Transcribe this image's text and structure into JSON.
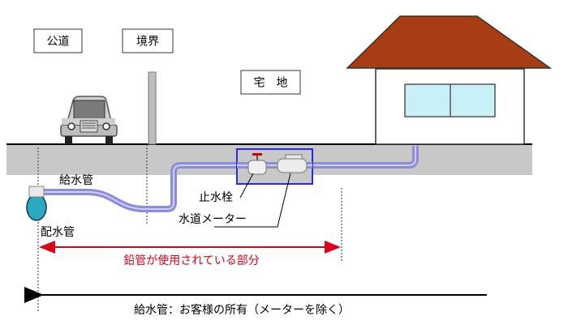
{
  "labels": {
    "public_road": "公道",
    "boundary": "境界",
    "residential_land": "宅　地",
    "supply_pipe": "給水管",
    "distribution_pipe": "配水管",
    "stop_valve": "止水栓",
    "water_meter": "水道メーター",
    "lead_pipe_section": "鉛管が使用されている部分",
    "ownership": "給水管：お客様の所有（メーターを除く）"
  },
  "colors": {
    "ground": "#c8c8c8",
    "pipe": "#8c8cdc",
    "pipe_highlight": "#d0d0f2",
    "distribution_pipe": "#2aaac0",
    "roof": "#a83c12",
    "window": "#c8f0f8",
    "lead_arrow": "#e0001a",
    "meter_box": "#2a2ae0",
    "valve_handle": "#d00000"
  },
  "icons": {
    "car": "car-icon",
    "house": "house-icon",
    "boundary_post": "boundary-post",
    "stop_valve": "stop-valve-icon",
    "water_meter": "water-meter-icon",
    "distribution_pipe": "distribution-pipe-icon"
  }
}
